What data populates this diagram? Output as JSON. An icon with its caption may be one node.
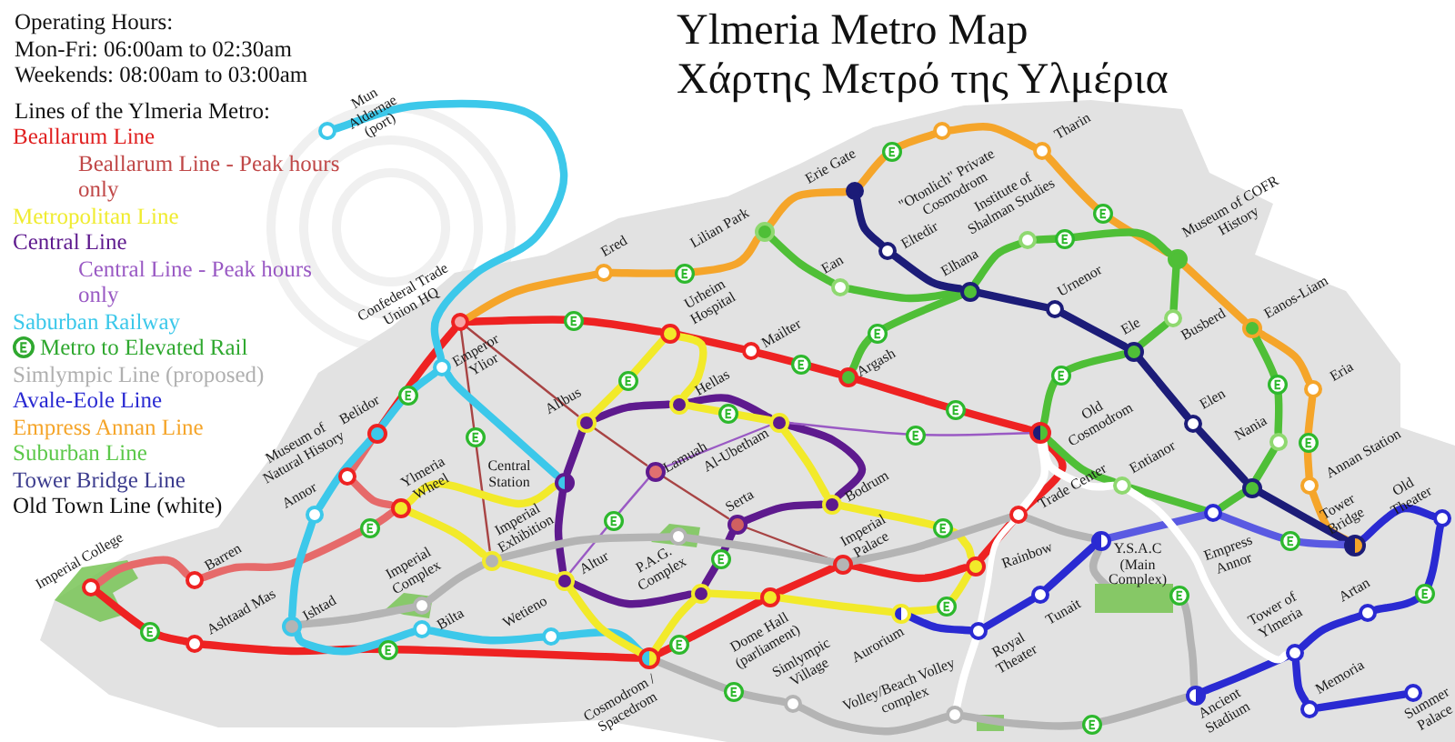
{
  "diagram": {
    "title": "Ylmeria Metro Map",
    "nodes": [
      {
        "text": [],
        "shape": "circle",
        "beside": [
          "Mun Aldarnae (port)"
        ]
      },
      {
        "text": [],
        "shape": "circle",
        "beside": [
          "\"Otonlich\" Private Cosmodrom"
        ]
      },
      {
        "text": [],
        "shape": "circle",
        "beside": [
          "Tharin"
        ]
      },
      {
        "text": [],
        "shape": "circle",
        "beside": [
          "Erie Gate"
        ]
      },
      {
        "text": [],
        "shape": "circle",
        "beside": [
          "Lilian Park"
        ]
      },
      {
        "text": [],
        "shape": "circle",
        "beside": [
          "Institute of Shalman Studies"
        ]
      },
      {
        "text": [],
        "shape": "circle",
        "beside": [
          "Eltedir"
        ]
      },
      {
        "text": [],
        "shape": "circle",
        "beside": [
          "Museum of COFR History"
        ]
      },
      {
        "text": [],
        "shape": "circle",
        "beside": [
          "Ered"
        ]
      },
      {
        "text": [],
        "shape": "circle",
        "beside": [
          "Ean"
        ]
      },
      {
        "text": [],
        "shape": "circle",
        "beside": [
          "Elhana"
        ]
      },
      {
        "text": [],
        "shape": "circle",
        "beside": [
          "Urnenor"
        ]
      },
      {
        "text": [],
        "shape": "circle",
        "beside": [
          "Busberd"
        ]
      },
      {
        "text": [],
        "shape": "circle",
        "beside": [
          "Confederal Trade Union HQ"
        ]
      },
      {
        "text": [],
        "shape": "circle",
        "beside": [
          "Eanos-Liam"
        ]
      },
      {
        "text": [],
        "shape": "circle",
        "beside": [
          "Urheim Hospital"
        ]
      },
      {
        "text": [],
        "shape": "circle",
        "beside": [
          "Mailter"
        ]
      },
      {
        "text": [],
        "shape": "circle",
        "beside": [
          "Ele"
        ]
      },
      {
        "text": [],
        "shape": "circle",
        "beside": [
          "Emperor Ylior"
        ]
      },
      {
        "text": [],
        "shape": "circle",
        "beside": [
          "Argash"
        ]
      },
      {
        "text": [],
        "shape": "circle",
        "beside": [
          "Eria"
        ]
      },
      {
        "text": [],
        "shape": "circle",
        "beside": [
          "Hellas"
        ]
      },
      {
        "text": [],
        "shape": "circle",
        "beside": [
          "Allbus"
        ]
      },
      {
        "text": [],
        "shape": "circle",
        "beside": [
          "Al-Ubetham"
        ]
      },
      {
        "text": [],
        "shape": "circle",
        "beside": [
          "Elen"
        ]
      },
      {
        "text": [],
        "shape": "circle",
        "beside": [
          "Belidor"
        ]
      },
      {
        "text": [],
        "shape": "circle",
        "beside": [
          "Old Cosmodrom"
        ]
      },
      {
        "text": [],
        "shape": "circle",
        "beside": [
          "Nania"
        ]
      },
      {
        "text": [],
        "shape": "circle",
        "beside": [
          "Lamuah"
        ]
      },
      {
        "text": [],
        "shape": "circle",
        "beside": [
          "Museum of Natural History"
        ]
      },
      {
        "text": [],
        "shape": "circle",
        "beside": [
          "Central Station"
        ]
      },
      {
        "text": [],
        "shape": "circle",
        "beside": [
          "Entianor"
        ]
      },
      {
        "text": [],
        "shape": "circle",
        "beside": [
          "Annan Station"
        ]
      },
      {
        "text": [],
        "shape": "circle"
      },
      {
        "text": [],
        "shape": "circle",
        "beside": [
          "Bodrum"
        ]
      },
      {
        "text": [],
        "shape": "circle",
        "beside": [
          "Ylmeria Wheel"
        ]
      },
      {
        "text": [],
        "shape": "circle",
        "beside": [
          "Annor"
        ]
      },
      {
        "text": [],
        "shape": "circle",
        "beside": [
          "Empress Annor"
        ]
      },
      {
        "text": [],
        "shape": "circle",
        "beside": [
          "Trade Center"
        ]
      },
      {
        "text": [],
        "shape": "circle",
        "beside": [
          "Old Theater"
        ]
      },
      {
        "text": [],
        "shape": "circle",
        "beside": [
          "Serta"
        ]
      },
      {
        "text": [],
        "shape": "circle",
        "beside": [
          "P.A.G. Complex"
        ]
      },
      {
        "text": [],
        "shape": "circle",
        "beside": [
          "Y.S.A.C (Main Complex)"
        ]
      },
      {
        "text": [],
        "shape": "circle",
        "beside": [
          "Tower Bridge"
        ]
      },
      {
        "text": [],
        "shape": "circle",
        "beside": [
          "Imperial Exhibition"
        ]
      },
      {
        "text": [],
        "shape": "circle",
        "beside": [
          "Rainbow"
        ]
      },
      {
        "text": [],
        "shape": "circle",
        "beside": [
          "Imperial Palace"
        ]
      },
      {
        "text": [],
        "shape": "circle",
        "beside": [
          "Altur"
        ]
      },
      {
        "text": [],
        "shape": "circle",
        "beside": [
          "Barren"
        ]
      },
      {
        "text": [],
        "shape": "circle",
        "beside": [
          "Imperial College"
        ]
      },
      {
        "text": [],
        "shape": "circle"
      },
      {
        "text": [],
        "shape": "circle",
        "beside": [
          "Tunait"
        ]
      },
      {
        "text": [],
        "shape": "circle",
        "beside": [
          "Dome Hall (parliament)"
        ]
      },
      {
        "text": [],
        "shape": "circle",
        "beside": [
          "Imperial Complex"
        ]
      },
      {
        "text": [],
        "shape": "circle",
        "beside": [
          "Aurorium"
        ]
      },
      {
        "text": [],
        "shape": "circle",
        "beside": [
          "Artan"
        ]
      },
      {
        "text": [],
        "shape": "circle",
        "beside": [
          "Ishtad"
        ]
      },
      {
        "text": [],
        "shape": "circle",
        "beside": [
          "Bilta"
        ]
      },
      {
        "text": [],
        "shape": "circle",
        "beside": [
          "Royal Theater"
        ]
      },
      {
        "text": [],
        "shape": "circle",
        "beside": [
          "Wetieno"
        ]
      },
      {
        "text": [],
        "shape": "circle",
        "beside": [
          "Ashtaad Mas"
        ]
      },
      {
        "text": [],
        "shape": "circle",
        "beside": [
          "Tower of Ylmeria"
        ]
      },
      {
        "text": [],
        "shape": "circle",
        "beside": [
          "Cosmodrom / Spacedrom"
        ]
      },
      {
        "text": [],
        "shape": "circle",
        "beside": [
          "Ancient Stadium"
        ]
      },
      {
        "text": [],
        "shape": "circle",
        "beside": [
          "Summer Palace"
        ]
      },
      {
        "text": [],
        "shape": "circle",
        "beside": [
          "Simlympic Village"
        ]
      },
      {
        "text": [],
        "shape": "circle",
        "beside": [
          "Memoria"
        ]
      },
      {
        "text": [],
        "shape": "circle",
        "beside": [
          "Volley/Beach Volley complex"
        ]
      }
    ],
    "edges": [
      {
        "from": 13,
        "to": 15,
        "arrow": "none",
        "color": "#ee2222"
      },
      {
        "from": 15,
        "to": 16,
        "arrow": "none",
        "color": "#ee2222"
      },
      {
        "from": 16,
        "to": 19,
        "arrow": "none",
        "color": "#ee2222"
      },
      {
        "from": 19,
        "to": 26,
        "arrow": "none",
        "color": "#ee2222"
      },
      {
        "from": 26,
        "to": 38,
        "arrow": "none",
        "color": "#ee2222"
      },
      {
        "from": 38,
        "to": 45,
        "arrow": "none",
        "color": "#ee2222"
      },
      {
        "from": 45,
        "to": 46,
        "arrow": "none",
        "color": "#ee2222"
      },
      {
        "from": 46,
        "to": 52,
        "arrow": "none",
        "color": "#ee2222"
      },
      {
        "from": 52,
        "to": 62,
        "arrow": "none",
        "color": "#ee2222"
      },
      {
        "from": 62,
        "to": 60,
        "arrow": "none",
        "color": "#ee2222"
      },
      {
        "from": 60,
        "to": 49,
        "arrow": "none",
        "color": "#ee2222"
      },
      {
        "from": 13,
        "to": 25,
        "arrow": "none",
        "color": "#ee2222"
      },
      {
        "from": 25,
        "to": 29,
        "arrow": "none",
        "color": "#e66a6a"
      },
      {
        "from": 29,
        "to": 35,
        "arrow": "none",
        "color": "#e66a6a"
      },
      {
        "from": 35,
        "to": 48,
        "arrow": "none",
        "color": "#e66a6a"
      },
      {
        "from": 48,
        "to": 49,
        "arrow": "none",
        "color": "#e66a6a"
      },
      {
        "from": 13,
        "to": 22,
        "arrow": "none",
        "color": "#a84444"
      },
      {
        "from": 22,
        "to": 28,
        "arrow": "none",
        "color": "#a84444"
      },
      {
        "from": 13,
        "to": 44,
        "arrow": "none",
        "color": "#a84444"
      },
      {
        "from": 28,
        "to": 40,
        "arrow": "none",
        "color": "#a84444"
      },
      {
        "from": 40,
        "to": 46,
        "arrow": "none",
        "color": "#a84444"
      },
      {
        "from": 22,
        "to": 21,
        "arrow": "none",
        "color": "#5e1a8e"
      },
      {
        "from": 21,
        "to": 23,
        "arrow": "none",
        "color": "#5e1a8e"
      },
      {
        "from": 23,
        "to": 34,
        "arrow": "none",
        "color": "#5e1a8e"
      },
      {
        "from": 34,
        "to": 40,
        "arrow": "none",
        "color": "#5e1a8e"
      },
      {
        "from": 40,
        "to": 50,
        "arrow": "none",
        "color": "#5e1a8e"
      },
      {
        "from": 50,
        "to": 47,
        "arrow": "none",
        "color": "#5e1a8e"
      },
      {
        "from": 47,
        "to": 30,
        "arrow": "none",
        "color": "#5e1a8e"
      },
      {
        "from": 30,
        "to": 22,
        "arrow": "none",
        "color": "#5e1a8e"
      },
      {
        "from": 47,
        "to": 28,
        "arrow": "none",
        "color": "#9a5ac4"
      },
      {
        "from": 28,
        "to": 23,
        "arrow": "none",
        "color": "#9a5ac4"
      },
      {
        "from": 23,
        "to": 26,
        "arrow": "none",
        "color": "#9a5ac4"
      },
      {
        "from": 0,
        "to": 18,
        "arrow": "none",
        "color": "#3cc8ea"
      },
      {
        "from": 18,
        "to": 30,
        "arrow": "none",
        "color": "#3cc8ea"
      },
      {
        "from": 18,
        "to": 25,
        "arrow": "none",
        "color": "#3cc8ea"
      },
      {
        "from": 25,
        "to": 36,
        "arrow": "none",
        "color": "#3cc8ea"
      },
      {
        "from": 36,
        "to": 56,
        "arrow": "none",
        "color": "#3cc8ea"
      },
      {
        "from": 56,
        "to": 57,
        "arrow": "none",
        "color": "#3cc8ea"
      },
      {
        "from": 57,
        "to": 59,
        "arrow": "none",
        "color": "#3cc8ea"
      },
      {
        "from": 59,
        "to": 62,
        "arrow": "none",
        "color": "#3cc8ea"
      },
      {
        "from": 35,
        "to": 30,
        "arrow": "none",
        "color": "#f2ea2a"
      },
      {
        "from": 35,
        "to": 44,
        "arrow": "none",
        "color": "#f2ea2a"
      },
      {
        "from": 15,
        "to": 22,
        "arrow": "none",
        "color": "#f2ea2a"
      },
      {
        "from": 15,
        "to": 21,
        "arrow": "none",
        "color": "#f2ea2a"
      },
      {
        "from": 21,
        "to": 23,
        "arrow": "none",
        "color": "#f2ea2a"
      },
      {
        "from": 23,
        "to": 34,
        "arrow": "none",
        "color": "#f2ea2a"
      },
      {
        "from": 34,
        "to": 45,
        "arrow": "none",
        "color": "#f2ea2a"
      },
      {
        "from": 44,
        "to": 47,
        "arrow": "none",
        "color": "#f2ea2a"
      },
      {
        "from": 47,
        "to": 62,
        "arrow": "none",
        "color": "#f2ea2a"
      },
      {
        "from": 62,
        "to": 50,
        "arrow": "none",
        "color": "#f2ea2a"
      },
      {
        "from": 50,
        "to": 52,
        "arrow": "none",
        "color": "#f2ea2a"
      },
      {
        "from": 52,
        "to": 54,
        "arrow": "none",
        "color": "#f2ea2a"
      },
      {
        "from": 54,
        "to": 45,
        "arrow": "none",
        "color": "#f2ea2a"
      },
      {
        "from": 13,
        "to": 8,
        "arrow": "none",
        "color": "#f5a52a"
      },
      {
        "from": 8,
        "to": 4,
        "arrow": "none",
        "color": "#f5a52a"
      },
      {
        "from": 4,
        "to": 3,
        "arrow": "none",
        "color": "#f5a52a"
      },
      {
        "from": 3,
        "to": 1,
        "arrow": "none",
        "color": "#f5a52a"
      },
      {
        "from": 1,
        "to": 2,
        "arrow": "none",
        "color": "#f5a52a"
      },
      {
        "from": 2,
        "to": 7,
        "arrow": "none",
        "color": "#f5a52a"
      },
      {
        "from": 7,
        "to": 14,
        "arrow": "none",
        "color": "#f5a52a"
      },
      {
        "from": 14,
        "to": 20,
        "arrow": "none",
        "color": "#f5a52a"
      },
      {
        "from": 20,
        "to": 32,
        "arrow": "none",
        "color": "#f5a52a"
      },
      {
        "from": 32,
        "to": 43,
        "arrow": "none",
        "color": "#f5a52a"
      },
      {
        "from": 4,
        "to": 9,
        "arrow": "none",
        "color": "#4fbf37"
      },
      {
        "from": 9,
        "to": 10,
        "arrow": "none",
        "color": "#4fbf37"
      },
      {
        "from": 10,
        "to": 19,
        "arrow": "none",
        "color": "#4fbf37"
      },
      {
        "from": 10,
        "to": 5,
        "arrow": "none",
        "color": "#4fbf37"
      },
      {
        "from": 5,
        "to": 7,
        "arrow": "none",
        "color": "#4fbf37"
      },
      {
        "from": 7,
        "to": 12,
        "arrow": "none",
        "color": "#4fbf37"
      },
      {
        "from": 12,
        "to": 17,
        "arrow": "none",
        "color": "#4fbf37"
      },
      {
        "from": 17,
        "to": 26,
        "arrow": "none",
        "color": "#4fbf37"
      },
      {
        "from": 26,
        "to": 31,
        "arrow": "none",
        "color": "#4fbf37"
      },
      {
        "from": 31,
        "to": 37,
        "arrow": "none",
        "color": "#4fbf37"
      },
      {
        "from": 37,
        "to": 33,
        "arrow": "none",
        "color": "#4fbf37"
      },
      {
        "from": 33,
        "to": 27,
        "arrow": "none",
        "color": "#4fbf37"
      },
      {
        "from": 27,
        "to": 14,
        "arrow": "none",
        "color": "#4fbf37"
      },
      {
        "from": 3,
        "to": 6,
        "arrow": "none",
        "color": "#1c1c78"
      },
      {
        "from": 6,
        "to": 10,
        "arrow": "none",
        "color": "#1c1c78"
      },
      {
        "from": 10,
        "to": 11,
        "arrow": "none",
        "color": "#1c1c78"
      },
      {
        "from": 11,
        "to": 17,
        "arrow": "none",
        "color": "#1c1c78"
      },
      {
        "from": 17,
        "to": 24,
        "arrow": "none",
        "color": "#1c1c78"
      },
      {
        "from": 24,
        "to": 33,
        "arrow": "none",
        "color": "#1c1c78"
      },
      {
        "from": 33,
        "to": 43,
        "arrow": "none",
        "color": "#1c1c78"
      },
      {
        "from": 54,
        "to": 58,
        "arrow": "none",
        "color": "#2a2ad2"
      },
      {
        "from": 58,
        "to": 51,
        "arrow": "none",
        "color": "#2a2ad2"
      },
      {
        "from": 51,
        "to": 42,
        "arrow": "none",
        "color": "#2a2ad2"
      },
      {
        "from": 42,
        "to": 37,
        "arrow": "none",
        "color": "#5a5ae2"
      },
      {
        "from": 37,
        "to": 43,
        "arrow": "none",
        "color": "#5a5ae2"
      },
      {
        "from": 43,
        "to": 39,
        "arrow": "none",
        "color": "#2a2ad2"
      },
      {
        "from": 39,
        "to": 55,
        "arrow": "none",
        "color": "#2a2ad2"
      },
      {
        "from": 55,
        "to": 61,
        "arrow": "none",
        "color": "#2a2ad2"
      },
      {
        "from": 61,
        "to": 66,
        "arrow": "none",
        "color": "#2a2ad2"
      },
      {
        "from": 66,
        "to": 64,
        "arrow": "none",
        "color": "#2a2ad2"
      },
      {
        "from": 61,
        "to": 63,
        "arrow": "none",
        "color": "#2a2ad2"
      },
      {
        "from": 56,
        "to": 53,
        "arrow": "none",
        "color": "#b4b4b4"
      },
      {
        "from": 53,
        "to": 44,
        "arrow": "none",
        "color": "#b4b4b4"
      },
      {
        "from": 44,
        "to": 41,
        "arrow": "none",
        "color": "#b4b4b4"
      },
      {
        "from": 41,
        "to": 46,
        "arrow": "none",
        "color": "#b4b4b4"
      },
      {
        "from": 46,
        "to": 38,
        "arrow": "none",
        "color": "#b4b4b4"
      },
      {
        "from": 38,
        "to": 42,
        "arrow": "none",
        "color": "#b4b4b4"
      },
      {
        "from": 42,
        "to": 63,
        "arrow": "none",
        "color": "#b4b4b4"
      },
      {
        "from": 63,
        "to": 67,
        "arrow": "none",
        "color": "#b4b4b4"
      },
      {
        "from": 67,
        "to": 65,
        "arrow": "none",
        "color": "#b4b4b4"
      },
      {
        "from": 65,
        "to": 62,
        "arrow": "none",
        "color": "#b4b4b4"
      },
      {
        "from": 26,
        "to": 38,
        "arrow": "none",
        "color": "#ffffff"
      },
      {
        "from": 38,
        "to": 58,
        "arrow": "none",
        "color": "#ffffff"
      },
      {
        "from": 58,
        "to": 67,
        "arrow": "none",
        "color": "#ffffff"
      },
      {
        "from": 26,
        "to": 31,
        "arrow": "none",
        "color": "#ffffff"
      },
      {
        "from": 31,
        "to": 61,
        "arrow": "none",
        "color": "#ffffff"
      }
    ],
    "labels": [
      "Operating Hours:",
      "Mon-Fri: 06:00am to 02:30am",
      "Weekends: 08:00am to 03:00am",
      "Χάρτης Μετρό της Υλμέρια",
      "Lines of the Ylmeria Metro:"
    ],
    "legend": [
      {
        "text": "Beallarum Line",
        "color": "#e02020"
      },
      {
        "text": "Beallarum Line - Peak hours only",
        "color": "#c04848"
      },
      {
        "text": "Metropolitan Line",
        "color": "#f0ec30"
      },
      {
        "text": "Central Line",
        "color": "#5e1a8e"
      },
      {
        "text": "Central Line - Peak hours only",
        "color": "#9a5ac4"
      },
      {
        "text": "Saburban Railway",
        "color": "#3cc8ea"
      },
      {
        "text": "Metro to Elevated Rail",
        "color": "#2fa82f"
      },
      {
        "text": "Simlympic Line (proposed)",
        "color": "#b0b0b0"
      },
      {
        "text": "Avale-Eole Line",
        "color": "#2a2ad2"
      },
      {
        "text": "Empress Annan Line",
        "color": "#f5a52a"
      },
      {
        "text": "Suburban Line",
        "color": "#5cc84a"
      },
      {
        "text": "Tower Bridge Line",
        "color": "#3c3c8e"
      },
      {
        "text": "Old Town Line (white)"
      }
    ]
  }
}
